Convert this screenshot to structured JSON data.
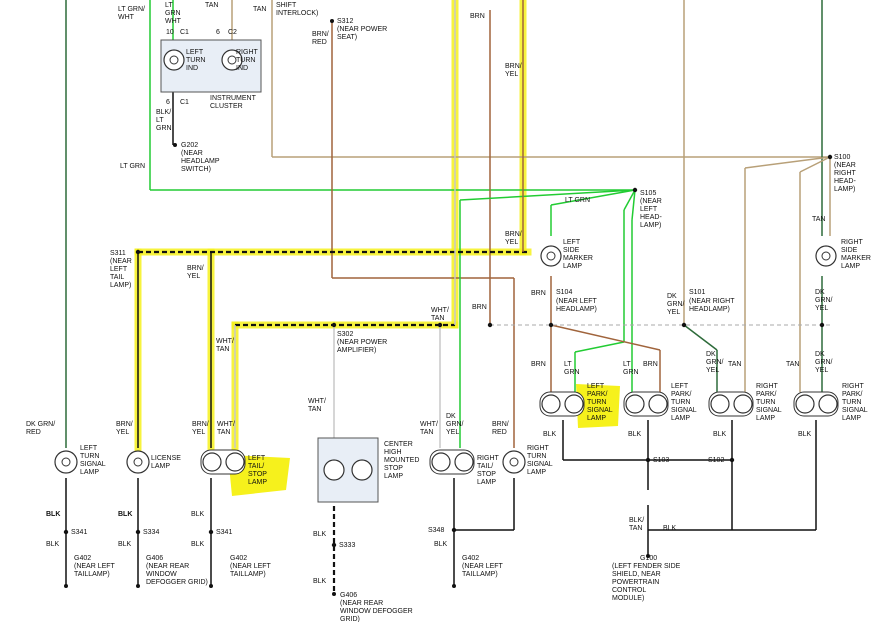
{
  "top": {
    "lt_grn_wht": "LT GRN/\nWHT",
    "lt_grn_wht2": "LT\nGRN\nWHT",
    "tan_top": "TAN",
    "tan_shift": "TAN",
    "shift_interlock": "SHIFT\nINTERLOCK)",
    "s312": "S312",
    "s312_note": "(NEAR POWER\nSEAT)",
    "brn_red_top": "BRN/\nRED",
    "brn_top": "BRN",
    "brn_yel_top": "BRN/\nYEL"
  },
  "cluster": {
    "pin10": "10",
    "c1a": "C1",
    "pin6": "6",
    "c2": "C2",
    "left_ind": "LEFT\nTURN\nIND",
    "right_ind": "RIGHT\nTURN\nIND",
    "name": "INSTRUMENT\nCLUSTER",
    "pin6b": "6",
    "c1b": "C1",
    "blk_lt_grn": "BLK/\nLT\nGRN",
    "g202": "G202",
    "g202_note": "(NEAR\nHEADLAMP\nSWITCH)",
    "lt_grn": "LT GRN"
  },
  "splices": {
    "s100": "S100",
    "s100_note": "(NEAR\nRIGHT\nHEAD-\nLAMP)",
    "s105": "S105",
    "s105_note": "(NEAR\nLEFT\nHEAD-\nLAMP)",
    "s311": "S311",
    "s311_note": "(NEAR\nLEFT\nTAIL\nLAMP)",
    "s302": "S302",
    "s302_note": "(NEAR POWER\nAMPLIFIER)",
    "s104": "S104",
    "s101": "S101",
    "s103": "S103",
    "s102": "S102",
    "s348": "S348",
    "s341a": "S341",
    "s334": "S334",
    "s341b": "S341",
    "s333": "S333"
  },
  "wires": {
    "brn_yel_mid": "BRN/\nYEL",
    "brn_yel_left": "BRN/\nYEL",
    "wht_tan_mid": "WHT/\nTAN",
    "wht_tan_left": "WHT/\nTAN",
    "wht_tan_stop": "WHT/\nTAN",
    "lt_grn_mid": "LT GRN",
    "brn_mid": "BRN",
    "brn_s104": "BRN",
    "tan_right": "TAN",
    "dk_grn_yel_right": "DK\nGRN/\nYEL",
    "dk_grn_yel_s101": "DK\nGRN/\nYEL",
    "near_left_headlamp": "(NEAR LEFT\nHEADLAMP)",
    "near_right_headlamp": "(NEAR RIGHT\nHEADLAMP)"
  },
  "lamps": {
    "left_turn": "LEFT\nTURN\nSIGNAL\nLAMP",
    "license": "LICENSE\nLAMP",
    "left_tail_stop": "LEFT\nTAIL/\nSTOP\nLAMP",
    "chmsl": "CENTER\nHIGH\nMOUNTED\nSTOP\nLAMP",
    "right_tail_stop": "RIGHT\nTAIL/\nSTOP\nLAMP",
    "right_turn": "RIGHT\nTURN\nSIGNAL\nLAMP",
    "left_side_marker": "LEFT\nSIDE\nMARKER\nLAMP",
    "right_side_marker": "RIGHT\nSIDE\nMARKER\nLAMP",
    "left_park_turn": "LEFT\nPARK/\nTURN\nSIGNAL\nLAMP",
    "left_park_turn2": "LEFT\nPARK/\nTURN\nSIGNAL\nLAMP",
    "right_park_turn": "RIGHT\nPARK/\nTURN\nSIGNAL\nLAMP",
    "right_park_turn2": "RIGHT\nPARK/\nTURN\nSIGNAL\nLAMP"
  },
  "lamp_wires": {
    "lt_dk_grn_red": "DK GRN/\nRED",
    "lic_brn_yel": "BRN/\nYEL",
    "ts_brn_yel": "BRN/\nYEL",
    "ts_wht_tan": "WHT/\nTAN",
    "rt_wht_tan": "WHT/\nTAN",
    "rt_dk_grn_yel": "DK\nGRN/\nYEL",
    "rt_brn_red": "BRN/\nRED",
    "chmsl_wht_tan": "WHT/\nTAN",
    "lp1_brn": "BRN",
    "lp1_lt_grn": "LT\nGRN",
    "lp2_lt_grn": "LT\nGRN",
    "lp2_brn": "BRN",
    "rp1_dk_grn_yel": "DK\nGRN/\nYEL",
    "rp1_tan": "TAN",
    "rp2_tan": "TAN",
    "rp2_dk_grn_yel": "DK\nGRN/\nYEL"
  },
  "grounds": {
    "blk_a": "BLK",
    "blk_b": "BLK",
    "blk_c": "BLK",
    "blk_d": "BLK",
    "blk_e": "BLK",
    "blk_f": "BLK",
    "blk_g": "BLK",
    "blk_h": "BLK",
    "blk_i": "BLK",
    "blk_j": "BLK",
    "blk_k": "BLK",
    "blk_l": "BLK",
    "blk_m": "BLK",
    "blk_n": "BLK",
    "blk_tan": "BLK/\nTAN",
    "g402a": "G402",
    "g402a_note": "(NEAR LEFT\nTAILLAMP)",
    "g406a": "G406",
    "g406a_note": "(NEAR REAR\nWINDOW\nDEFOGGER GRID)",
    "g402b": "G402",
    "g402b_note": "(NEAR LEFT\nTAILLAMP)",
    "g406b": "G406",
    "g406b_note": "(NEAR REAR\nWINDOW DEFOGGER\nGRID)",
    "g402c": "G402",
    "g402c_note": "(NEAR LEFT\nTAILLAMP)",
    "g100": "G100",
    "g100_note": "(LEFT FENDER SIDE\nSHIELD, NEAR\nPOWERTRAIN\nCONTROL\nMODULE)"
  },
  "colors": {
    "lt_grn": "#22cc33",
    "brn": "#a0643c",
    "tan": "#b8a078",
    "wht": "#c8c8c8",
    "dk_grn": "#2d6b3a",
    "blk": "#111111",
    "highlight": "#f6f11c"
  }
}
